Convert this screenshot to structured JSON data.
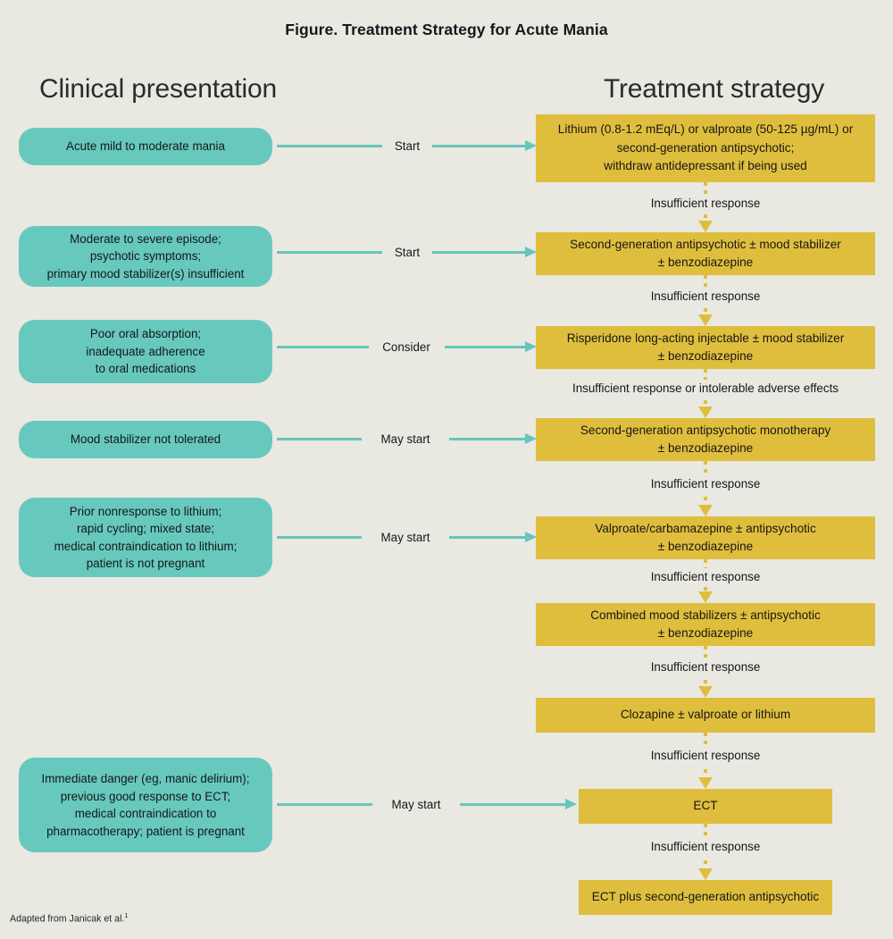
{
  "figure": {
    "title": "Figure. Treatment Strategy for Acute Mania",
    "footnote": "Adapted from Janicak et al.",
    "footnote_ref": "1",
    "background_color": "#e9e8e1",
    "clinical_box_color": "#67c8be",
    "treatment_box_color": "#e0be3d",
    "arrow_color": "#66c5bc",
    "connector_color": "#e0be3d"
  },
  "columns": {
    "left_header": "Clinical presentation",
    "right_header": "Treatment strategy"
  },
  "clinical_presentations": [
    {
      "id": "acute-mild-moderate",
      "lines": [
        "Acute mild to moderate mania"
      ]
    },
    {
      "id": "moderate-severe",
      "lines": [
        "Moderate to severe episode;",
        "psychotic symptoms;",
        "primary mood stabilizer(s) insufficient"
      ]
    },
    {
      "id": "poor-absorption",
      "lines": [
        "Poor oral absorption;",
        "inadequate adherence",
        "to oral medications"
      ]
    },
    {
      "id": "mood-stabilizer-not-tolerated",
      "lines": [
        "Mood stabilizer not tolerated"
      ]
    },
    {
      "id": "prior-nonresponse",
      "lines": [
        "Prior nonresponse to lithium;",
        "rapid cycling; mixed state;",
        "medical contraindication to lithium;",
        "patient is not pregnant"
      ]
    },
    {
      "id": "immediate-danger",
      "lines": [
        "Immediate danger (eg, manic delirium);",
        "previous good response to ECT;",
        "medical contraindication to",
        "pharmacotherapy; patient is pregnant"
      ]
    }
  ],
  "horizontal_arrows": [
    {
      "id": "arrow-start-1",
      "label": "Start"
    },
    {
      "id": "arrow-start-2",
      "label": "Start"
    },
    {
      "id": "arrow-consider",
      "label": "Consider"
    },
    {
      "id": "arrow-may-start-1",
      "label": "May start"
    },
    {
      "id": "arrow-may-start-2",
      "label": "May start"
    },
    {
      "id": "arrow-may-start-3",
      "label": "May start"
    }
  ],
  "treatment_steps": [
    {
      "id": "tx-lithium-valproate",
      "lines": [
        "Lithium (0.8-1.2 mEq/L) or valproate (50-125 µg/mL) or",
        "second-generation antipsychotic;",
        "withdraw antidepressant if being used"
      ]
    },
    {
      "id": "tx-sga-mood-stabilizer",
      "lines": [
        "Second-generation antipsychotic ± mood stabilizer",
        "± benzodiazepine"
      ]
    },
    {
      "id": "tx-risperidone-lai",
      "lines": [
        "Risperidone long-acting injectable ± mood stabilizer",
        "± benzodiazepine"
      ]
    },
    {
      "id": "tx-sga-monotherapy",
      "lines": [
        "Second-generation antipsychotic monotherapy",
        "± benzodiazepine"
      ]
    },
    {
      "id": "tx-valproate-carbamazepine",
      "lines": [
        "Valproate/carbamazepine ± antipsychotic",
        "± benzodiazepine"
      ]
    },
    {
      "id": "tx-combined-mood-stabilizers",
      "lines": [
        "Combined mood stabilizers ± antipsychotic",
        "± benzodiazepine"
      ]
    },
    {
      "id": "tx-clozapine",
      "lines": [
        "Clozapine ± valproate or lithium"
      ]
    },
    {
      "id": "tx-ect",
      "lines": [
        "ECT"
      ]
    },
    {
      "id": "tx-ect-plus-sga",
      "lines": [
        "ECT plus second-generation antipsychotic"
      ]
    }
  ],
  "vertical_connectors": [
    {
      "id": "conn-1",
      "label": "Insufficient response"
    },
    {
      "id": "conn-2",
      "label": "Insufficient response"
    },
    {
      "id": "conn-3",
      "label": "Insufficient response or intolerable adverse effects"
    },
    {
      "id": "conn-4",
      "label": "Insufficient response"
    },
    {
      "id": "conn-5",
      "label": "Insufficient response"
    },
    {
      "id": "conn-6",
      "label": "Insufficient response"
    },
    {
      "id": "conn-7",
      "label": "Insufficient response"
    },
    {
      "id": "conn-8",
      "label": "Insufficient response"
    }
  ]
}
